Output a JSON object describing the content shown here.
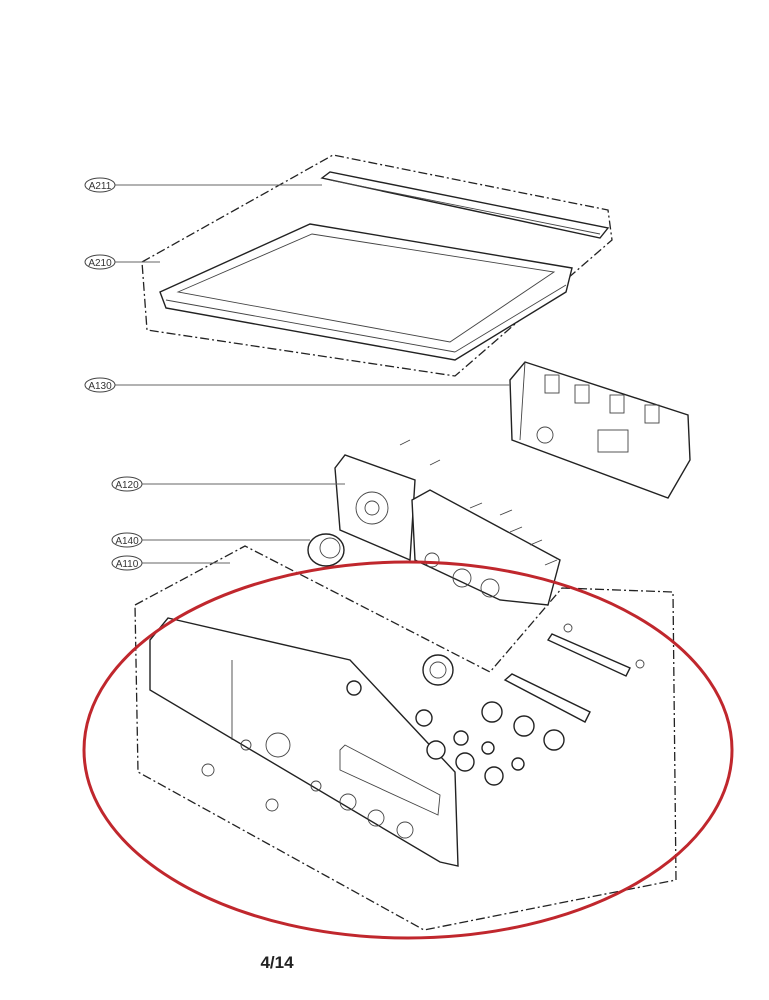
{
  "diagram": {
    "part_labels": [
      "A211",
      "A210",
      "A130",
      "A120",
      "A140",
      "A110"
    ],
    "page_number": "4/14",
    "highlight_color": "#c0272d"
  }
}
